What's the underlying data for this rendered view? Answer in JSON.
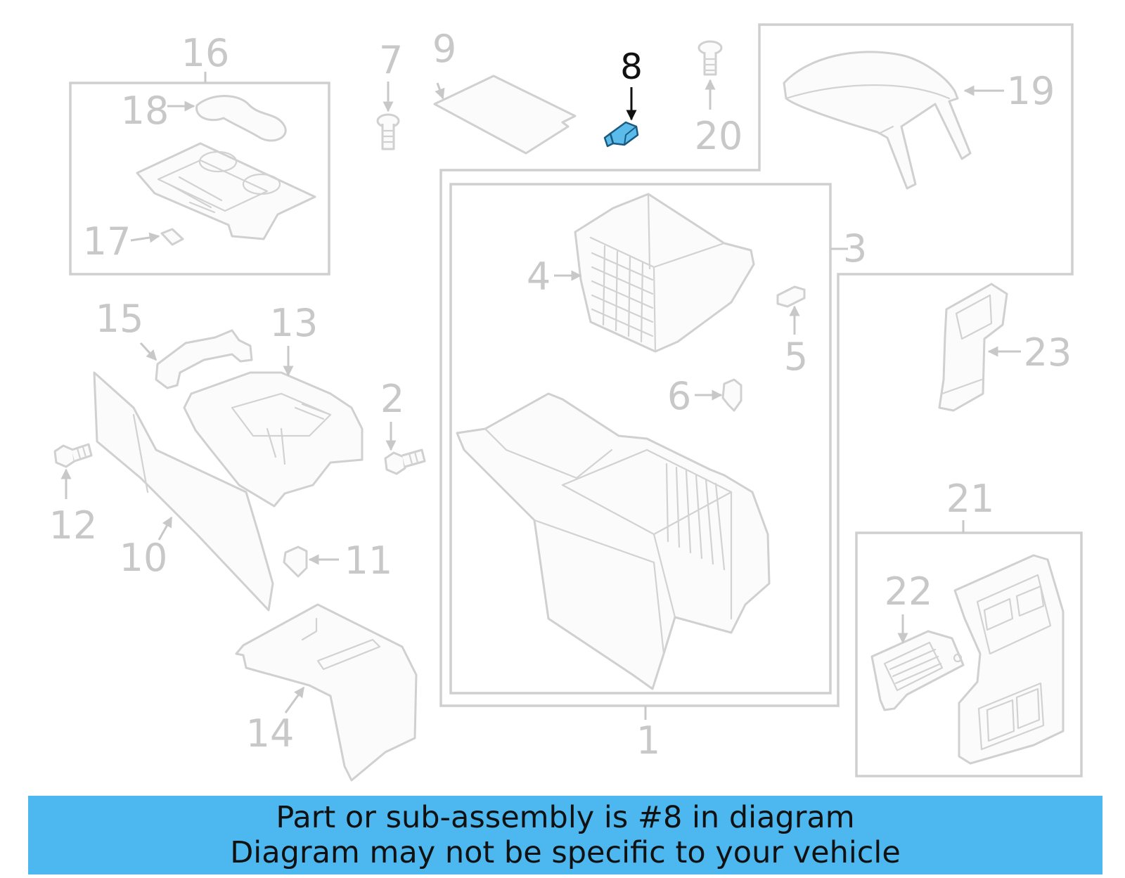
{
  "diagram": {
    "highlighted_part": "8",
    "highlight_color": "#5bbcec",
    "callouts": [
      "1",
      "2",
      "3",
      "4",
      "5",
      "6",
      "7",
      "8",
      "9",
      "10",
      "11",
      "12",
      "13",
      "14",
      "15",
      "16",
      "17",
      "18",
      "19",
      "20",
      "21",
      "22",
      "23"
    ]
  },
  "banner": {
    "line1": "Part or sub-assembly is #8 in diagram",
    "line2": "Diagram may not be specific to your vehicle",
    "background": "#4db8f0"
  }
}
